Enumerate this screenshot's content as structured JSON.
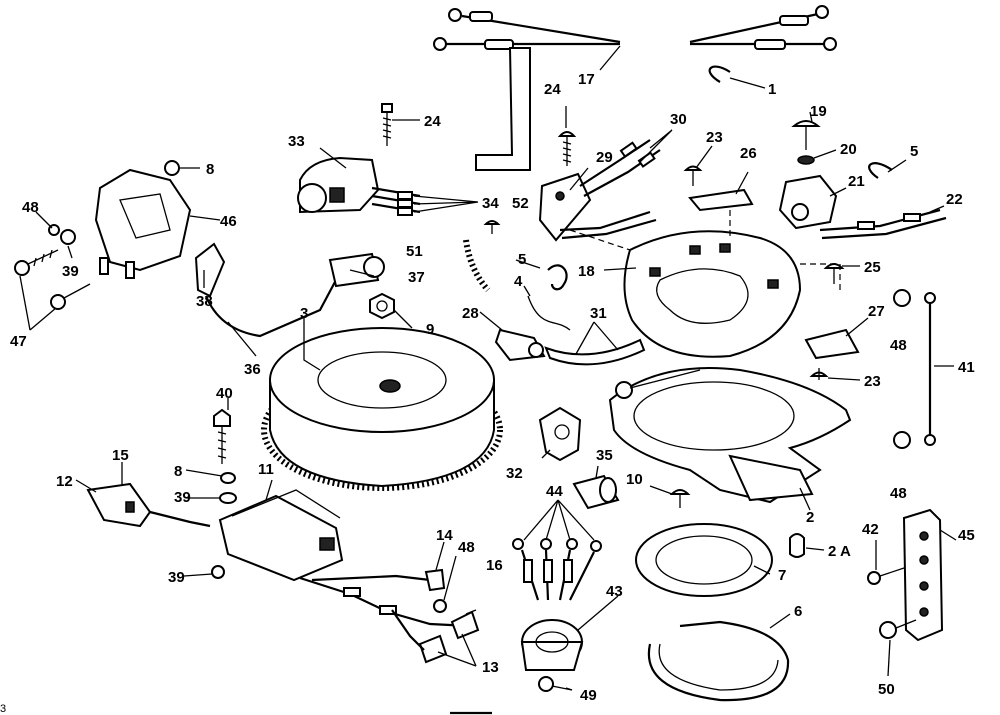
{
  "figure": {
    "labels": [
      "1",
      "2",
      "2 A",
      "3",
      "4",
      "5",
      "6",
      "7",
      "8",
      "9",
      "10",
      "11",
      "12",
      "13",
      "14",
      "15",
      "16",
      "17",
      "18",
      "19",
      "20",
      "21",
      "22",
      "23",
      "24",
      "25",
      "26",
      "27",
      "28",
      "29",
      "30",
      "31",
      "32",
      "33",
      "34",
      "35",
      "36",
      "37",
      "38",
      "39",
      "40",
      "41",
      "42",
      "43",
      "44",
      "45",
      "46",
      "47",
      "48",
      "49",
      "50",
      "51",
      "52"
    ],
    "corner_mark": "3"
  }
}
